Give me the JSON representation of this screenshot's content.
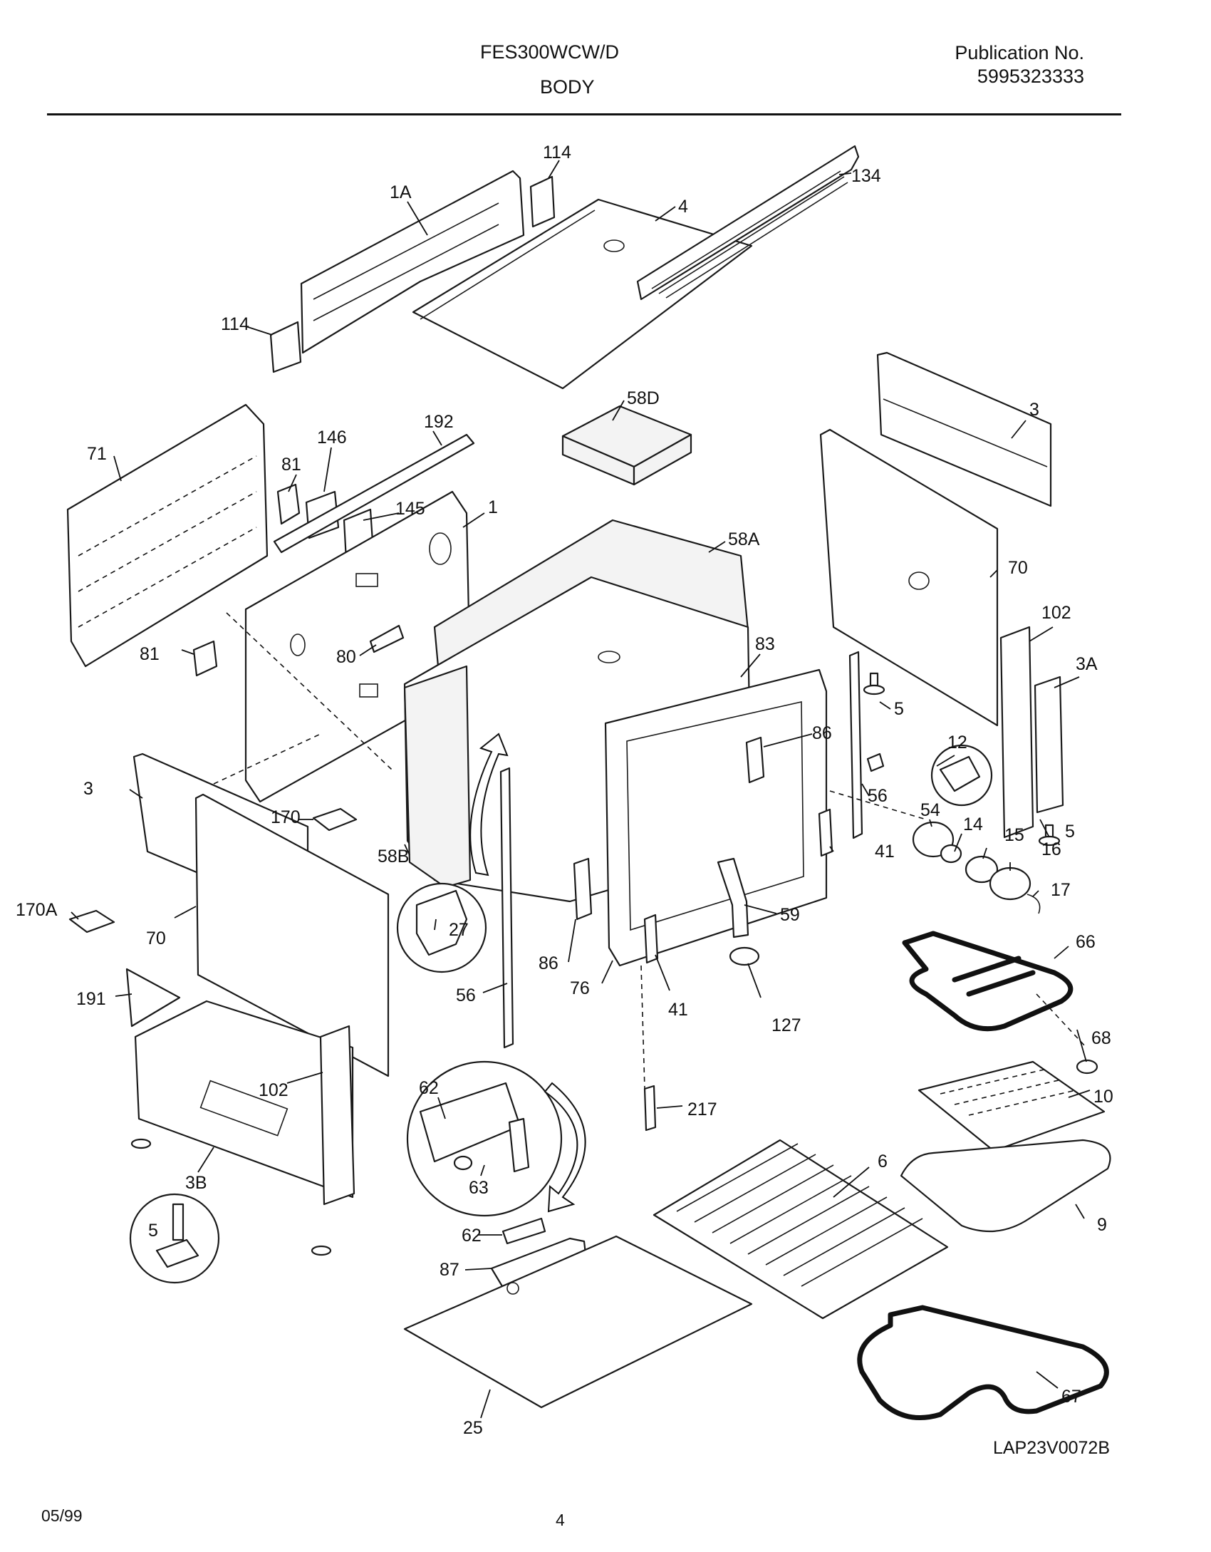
{
  "header": {
    "model": "FES300WCW/D",
    "section": "BODY",
    "publication_label": "Publication No.",
    "publication_number": "5995323333"
  },
  "footer": {
    "date": "05/99",
    "page": "4",
    "drawing_code": "LAP23V0072B"
  },
  "callouts": {
    "c114a": "114",
    "c114b": "114",
    "c1A": "1A",
    "c4": "4",
    "c134": "134",
    "c58D": "58D",
    "c71": "71",
    "c81a": "81",
    "c146": "146",
    "c192": "192",
    "c145": "145",
    "c1": "1",
    "c58A": "58A",
    "c3a": "3",
    "c70a": "70",
    "c102a": "102",
    "c3A": "3A",
    "c81b": "81",
    "c80": "80",
    "c83": "83",
    "c5a": "5",
    "c12": "12",
    "c86a": "86",
    "c56a": "56",
    "c5b": "5",
    "c3b": "3",
    "c170": "170",
    "c54": "54",
    "c14": "14",
    "c15": "15",
    "c16": "16",
    "c41a": "41",
    "c17": "17",
    "c170A": "170A",
    "c58B": "58B",
    "c27": "27",
    "c70b": "70",
    "c59": "59",
    "c66": "66",
    "c86b": "86",
    "c76": "76",
    "c191": "191",
    "c56b": "56",
    "c41b": "41",
    "c127": "127",
    "c68": "68",
    "c62a": "62",
    "c102b": "102",
    "c10": "10",
    "c217": "217",
    "c3B": "3B",
    "c63": "63",
    "c6": "6",
    "c5c": "5",
    "c9": "9",
    "c62b": "62",
    "c87": "87",
    "c67": "67",
    "c25": "25"
  }
}
